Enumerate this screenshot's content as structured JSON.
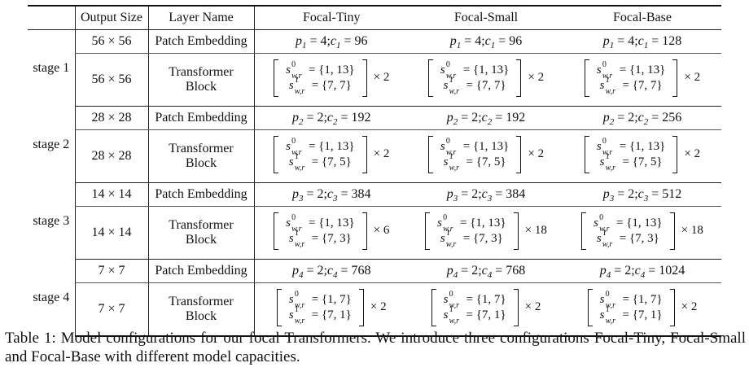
{
  "table": {
    "headers": [
      "Output Size",
      "Layer Name",
      "Focal-Tiny",
      "Focal-Small",
      "Focal-Base"
    ],
    "layer_names": {
      "patch_embedding": "Patch Embedding",
      "transformer_block_line1": "Transformer",
      "transformer_block_line2": "Block"
    },
    "stages": [
      {
        "label": "stage 1",
        "size_pe": "56 × 56",
        "size_tb": "56 × 56",
        "pe": [
          {
            "p": "p",
            "p_sub": "1",
            "p_val": "= 4;",
            "c": "c",
            "c_sub": "1",
            "c_val": "= 96"
          },
          {
            "p": "p",
            "p_sub": "1",
            "p_val": "= 4;",
            "c": "c",
            "c_sub": "1",
            "c_val": "= 96"
          },
          {
            "p": "p",
            "p_sub": "1",
            "p_val": "= 4;",
            "c": "c",
            "c_sub": "1",
            "c_val": "= 128"
          }
        ],
        "tb": [
          {
            "row0": "= {1, 13}",
            "row1": "= {7, 7}",
            "rep": "× 2"
          },
          {
            "row0": "= {1, 13}",
            "row1": "= {7, 7}",
            "rep": "× 2"
          },
          {
            "row0": "= {1, 13}",
            "row1": "= {7, 7}",
            "rep": "× 2"
          }
        ]
      },
      {
        "label": "stage 2",
        "size_pe": "28 × 28",
        "size_tb": "28 × 28",
        "pe": [
          {
            "p": "p",
            "p_sub": "2",
            "p_val": "= 2;",
            "c": "c",
            "c_sub": "2",
            "c_val": "= 192"
          },
          {
            "p": "p",
            "p_sub": "2",
            "p_val": "= 2;",
            "c": "c",
            "c_sub": "2",
            "c_val": "= 192"
          },
          {
            "p": "p",
            "p_sub": "2",
            "p_val": "= 2;",
            "c": "c",
            "c_sub": "2",
            "c_val": "= 256"
          }
        ],
        "tb": [
          {
            "row0": "= {1, 13}",
            "row1": "= {7, 5}",
            "rep": "× 2"
          },
          {
            "row0": "= {1, 13}",
            "row1": "= {7, 5}",
            "rep": "× 2"
          },
          {
            "row0": "= {1, 13}",
            "row1": "= {7, 5}",
            "rep": "× 2"
          }
        ]
      },
      {
        "label": "stage 3",
        "size_pe": "14 × 14",
        "size_tb": "14 × 14",
        "pe": [
          {
            "p": "p",
            "p_sub": "3",
            "p_val": "= 2;",
            "c": "c",
            "c_sub": "3",
            "c_val": "= 384"
          },
          {
            "p": "p",
            "p_sub": "3",
            "p_val": "= 2;",
            "c": "c",
            "c_sub": "3",
            "c_val": "= 384"
          },
          {
            "p": "p",
            "p_sub": "3",
            "p_val": "= 2;",
            "c": "c",
            "c_sub": "3",
            "c_val": "= 512"
          }
        ],
        "tb": [
          {
            "row0": "= {1, 13}",
            "row1": "= {7, 3}",
            "rep": "× 6"
          },
          {
            "row0": "= {1, 13}",
            "row1": "= {7, 3}",
            "rep": "× 18"
          },
          {
            "row0": "= {1, 13}",
            "row1": "= {7, 3}",
            "rep": "× 18"
          }
        ]
      },
      {
        "label": "stage 4",
        "size_pe": "7 × 7",
        "size_tb": "7 × 7",
        "pe": [
          {
            "p": "p",
            "p_sub": "4",
            "p_val": "= 2;",
            "c": "c",
            "c_sub": "4",
            "c_val": "= 768"
          },
          {
            "p": "p",
            "p_sub": "4",
            "p_val": "= 2;",
            "c": "c",
            "c_sub": "4",
            "c_val": "= 768"
          },
          {
            "p": "p",
            "p_sub": "4",
            "p_val": "= 2;",
            "c": "c",
            "c_sub": "4",
            "c_val": "= 1024"
          }
        ],
        "tb": [
          {
            "row0": "= {1, 7}",
            "row1": "= {7, 1}",
            "rep": "× 2"
          },
          {
            "row0": "= {1, 7}",
            "row1": "= {7, 1}",
            "rep": "× 2"
          },
          {
            "row0": "= {1, 7}",
            "row1": "= {7, 1}",
            "rep": "× 2"
          }
        ]
      }
    ],
    "symbol": {
      "s": "s",
      "sup0": "0",
      "sup1": "1",
      "sub": "w,r"
    }
  },
  "caption": "Table 1: Model configurations for our focal Transformers. We introduce three configurations Focal-Tiny, Focal-Small and Focal-Base with different model capacities."
}
